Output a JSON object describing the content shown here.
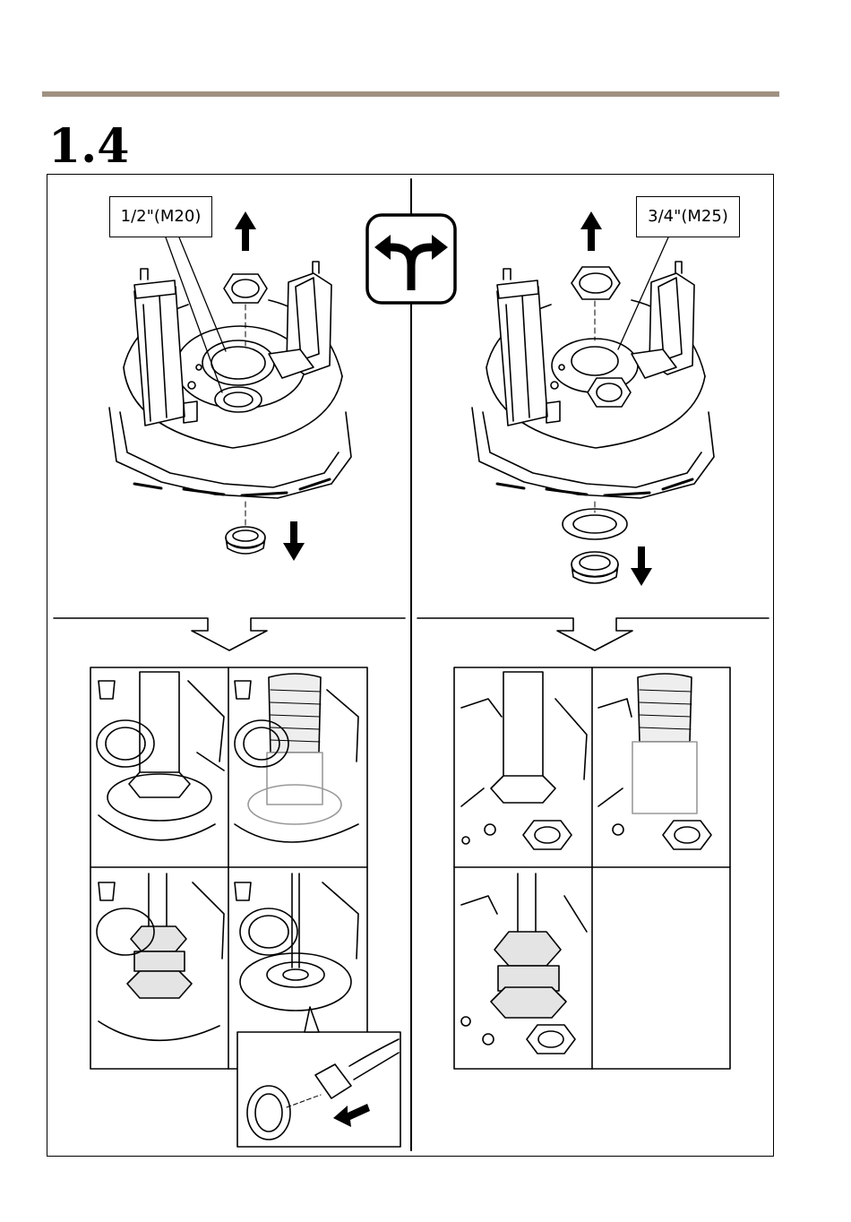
{
  "page": {
    "section_number": "1.4"
  },
  "options": [
    {
      "id": "left",
      "callout": "1/2\"(M20)"
    },
    {
      "id": "right",
      "callout": "3/4\"(M25)"
    }
  ],
  "icons": {
    "choice": "split-arrow-icon",
    "pull_up": "arrow-up-icon",
    "pull_down": "arrow-down-icon",
    "continue": "hollow-arrow-down-icon"
  },
  "colors": {
    "rule": "#a09282",
    "line": "#000000",
    "part_shade": "#d8d8d8"
  }
}
